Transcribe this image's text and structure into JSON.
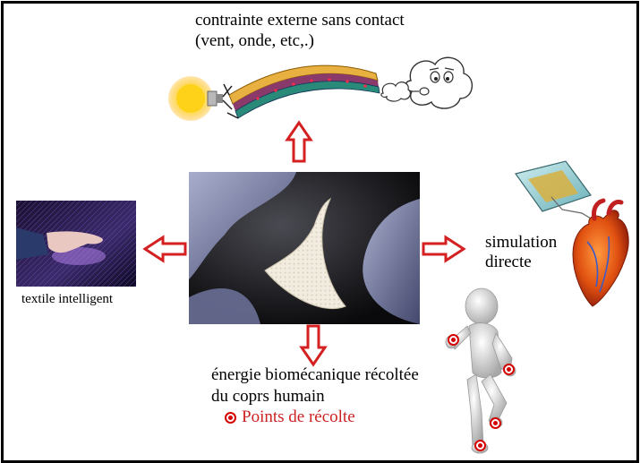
{
  "labels": {
    "top_line1": "contrainte externe sans contact",
    "top_line2": "(vent, onde, etc,.)",
    "left": "textile intelligent",
    "right_line1": "simulation",
    "right_line2": "directe",
    "bottom_line1": "énergie biomécanique récoltée",
    "bottom_line2": "du coprs humain",
    "legend": "Points de récolte"
  },
  "colors": {
    "arrow_outline": "#d42020",
    "harvest_point": "#d40000",
    "border": "#000000"
  },
  "icons": [
    "sun-icon",
    "flexible-strip-icon",
    "wind-cloud-icon",
    "smart-textile-image",
    "flexible-film-photo",
    "heart-device-icon",
    "running-figure-icon"
  ]
}
